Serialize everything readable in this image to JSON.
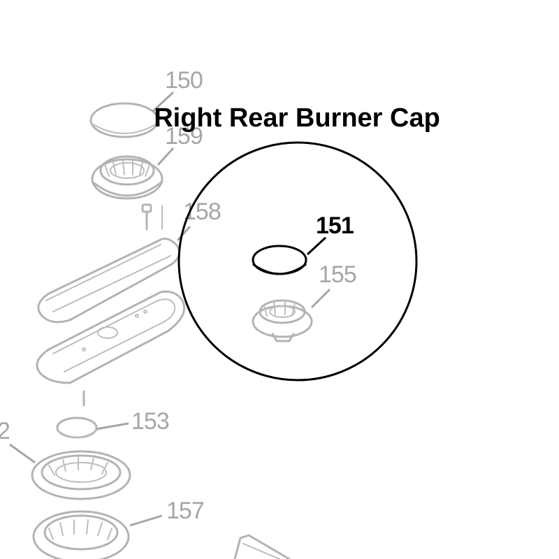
{
  "title": "Right Rear Burner Cap",
  "highlighted_part": "151",
  "part_numbers": {
    "p150": "150",
    "p159": "159",
    "p158": "158",
    "p151": "151",
    "p155": "155",
    "p153": "153",
    "p152": "2",
    "p157": "157"
  },
  "colors": {
    "faded_parts": "#b3b3b3",
    "highlight": "#000000",
    "background": "#ffffff"
  }
}
